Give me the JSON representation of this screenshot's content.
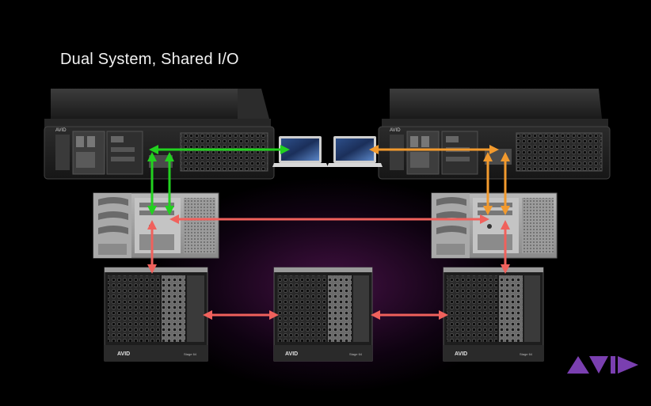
{
  "slide": {
    "title": "Dual System, Shared I/O"
  },
  "devices": {
    "console_brand_left": "AVID",
    "console_brand_right": "AVID",
    "stage_brand": "AVID",
    "stage_model": "Stage 64"
  },
  "logo": {
    "text": "AVID",
    "color": "#7a3fb0"
  },
  "colors": {
    "network_link": "#22d11f",
    "redundant_link": "#f29a2e",
    "avb_link": "#f0615c"
  },
  "icons": [
    "laptop-icon",
    "console-icon",
    "engine-icon",
    "stagebox-icon",
    "avid-logo-icon"
  ]
}
